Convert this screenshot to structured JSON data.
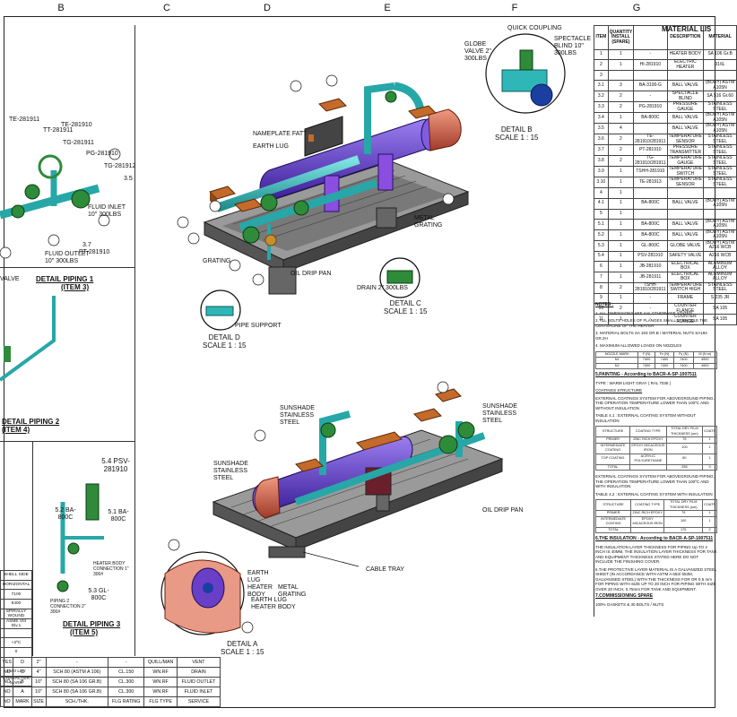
{
  "columns": [
    "B",
    "C",
    "D",
    "E",
    "F",
    "G"
  ],
  "details": {
    "b": {
      "title": "DETAIL B",
      "scale": "SCALE 1 : 15",
      "labels": [
        "QUICK COUPLING",
        "GLOBE VALVE 2\" 300LBS",
        "SPECTACLE BLIND 10\" 300LBS"
      ]
    },
    "c": {
      "title": "DETAIL C",
      "scale": "SCALE 1 : 15",
      "labels": [
        "DRAIN 2\" 300LBS"
      ]
    },
    "d": {
      "title": "DETAIL D",
      "scale": "SCALE 1 : 15",
      "labels": [
        "PIPE SUPPORT"
      ]
    },
    "a": {
      "title": "DETAIL A",
      "scale": "SCALE 1 : 15",
      "labels": [
        "EARTH LUG",
        "HEATER BODY"
      ]
    }
  },
  "piping": {
    "p1": {
      "title": "DETAIL PIPING 1",
      "item": "(ITEM 3)"
    },
    "p2": {
      "title": "DETAIL PIPING 2",
      "item": "(ITEM 4)"
    },
    "p3": {
      "title": "DETAIL PIPING 3",
      "item": "(ITEM 5)"
    },
    "valve_label": "VALVE"
  },
  "iso_top_labels": [
    "NAMEPLATE FATT",
    "EARTH LUG",
    "GRATING",
    "OIL DRIP PAN",
    "METAL GRATING"
  ],
  "iso_bottom_labels": [
    "SUNSHADE STAINLESS STEEL",
    "SUNSHADE STAINLESS STEEL",
    "SUNSHADE STAINLESS STEEL",
    "OIL DRIP PAN",
    "EARTH LUG HEATER BODY",
    "METAL GRATING",
    "CABLE TRAY"
  ],
  "left_labels": {
    "fluid_inlet": "FLUID INLET 10\" 300LBS",
    "fluid_outlet": "FLUID OUTLET 10\" 300LBS",
    "tags": [
      "TE-281911",
      "TT-281911",
      "TG-281911",
      "TG-281912",
      "PG-281910",
      "TE-281910",
      "3.5",
      "3.7",
      "PT-281910"
    ]
  },
  "p3_labels": {
    "tag_top": "5.4 PSV-281910",
    "v52": "5.2 BA-800C",
    "v51": "5.1 BA-800C",
    "v53": "5.3 GL-800C",
    "conn1": "PIPING 2 CONNECTION 2\" 300#",
    "conn2": "HEATER BODY CONNECTION 1\" 300#"
  },
  "material_list": {
    "title": "MATERIAL LIS",
    "headers": [
      "ITEM",
      "QUANTITY INSTALL (SPARE)",
      "",
      "DESCRIPTION",
      "MATERIAL"
    ],
    "rows": [
      [
        "1",
        "1",
        "-",
        "HEATER BODY",
        "SA 106 Gr.B"
      ],
      [
        "2",
        "1",
        "HI-281910",
        "ELECTRIC HEATER",
        "316L"
      ],
      [
        "3",
        "",
        "",
        "",
        ""
      ],
      [
        "3.1",
        "3",
        "BA-3100-G",
        "BALL VALVE",
        "(BODY) ASTM A105N"
      ],
      [
        "3.2",
        "2",
        "-",
        "SPECTACLE BLIND",
        "SA 516 Gr.60"
      ],
      [
        "3.3",
        "2",
        "PG-281910",
        "PRESSURE GAUGE",
        "STAINLESS STEEL"
      ],
      [
        "3.4",
        "1",
        "BA-800C",
        "BALL VALVE",
        "(BODY) ASTM A105N"
      ],
      [
        "3.5",
        "4",
        "",
        "BALL VALVE",
        "(BODY) ASTM A105N"
      ],
      [
        "3.6",
        "2",
        "TE-281910/281911",
        "TEMPERATURE SENSOR",
        "STAINLESS STEEL"
      ],
      [
        "3.7",
        "2",
        "PT-281910",
        "PRESSURE TRANSMITTER",
        "STAINLESS STEEL"
      ],
      [
        "3.8",
        "2",
        "TG-281910/281911",
        "TEMPERATURE GAUGE",
        "STAINLESS STEEL"
      ],
      [
        "3.9",
        "1",
        "TSHH-281910",
        "TEMPERATURE SWITCH",
        "STAINLESS STEEL"
      ],
      [
        "3.10",
        "1",
        "TE-281913",
        "TEMPERATURE SENSOR",
        "STAINLESS STEEL"
      ],
      [
        "4",
        "1",
        "",
        "",
        ""
      ],
      [
        "4.1",
        "1",
        "BA-800C",
        "BALL VALVE",
        "(BODY) ASTM A105N"
      ],
      [
        "5",
        "1",
        "",
        "",
        ""
      ],
      [
        "5.1",
        "1",
        "BA-800C",
        "BALL VALVE",
        "(BODY) ASTM A105N"
      ],
      [
        "5.2",
        "1",
        "BA-800C",
        "BALL VALVE",
        "(BODY) ASTM A105N"
      ],
      [
        "5.3",
        "1",
        "GL-800C",
        "GLOBE VALVE",
        "(BODY) ASTM A216 WCB"
      ],
      [
        "5.4",
        "1",
        "PSV-281910",
        "SAFETY VALVE",
        "A216 WCB"
      ],
      [
        "6",
        "1",
        "JB-281910",
        "ELECTRICAL BOX",
        "ALUMINUM ALLOY"
      ],
      [
        "7",
        "1",
        "JB-281911",
        "ELECTRICAL BOX",
        "ALUMINUM ALLOY"
      ],
      [
        "8",
        "2",
        "TSHH-281910/281911",
        "TEMPERATURE SWITCH HIGH",
        "STAINLESS STEEL"
      ],
      [
        "9",
        "1",
        "-",
        "FRAME",
        "S 235 JR"
      ],
      [
        "10",
        "2",
        "-",
        "COUNTER FLANGE",
        "SA 105"
      ],
      [
        "11",
        "1",
        "-",
        "COUNTER FLANGE",
        "SA 105"
      ]
    ]
  },
  "notes": {
    "heading": "NOTES :",
    "n1": "1. ALL DIMENSIONS ARE mm OTHERWISE STATED",
    "n2": "2. ALL BOLTS HOLES OF FLANGES SHALL STRADDLE THE CENTERLINE OF THE HEATER",
    "n3": "3. MATERIAL BOLTS SA 193 GR.B / MATERIAL NUTS SA194 GR.2H",
    "n4": "4. MAXIMUM ALLOWED LOADS ON NOZZLES",
    "load_headers": [
      "NOZZLE MARK",
      "F (N)",
      "Fx (N)",
      "Fy (N)",
      "M (N.m)"
    ],
    "load_rows": [
      [
        "N1",
        "7400",
        "7400",
        "7400",
        "4900"
      ],
      [
        "N2",
        "7400",
        "7400",
        "7400",
        "4900"
      ]
    ],
    "n5": "5.PAINTING - According to BACR-A-SP-1007511",
    "paint_type": "TYPE : WARM LIGHT GRAY ( RAL 7035 )",
    "coating": "COATINGS STRUCTURE",
    "ext1": "EXTERNAL COATINGS SYSTEM FOR ABOVEGROUND PIPING, THE OPERATION TEMPERATURE LOWER THAN 100ºC AND WITHOUT INSULATION",
    "t41": "TABLE 4.1 : EXTERNAL COATING SYSTEM WITHOUT INSULATION",
    "coat_headers": [
      "STRUCTURE",
      "COATING TYPE",
      "TOTAL DRY FILM THICKNESS (um)",
      "COATS"
    ],
    "coat_rows": [
      [
        "PRIMER",
        "ZINC RICH EPOXY",
        "75",
        "1"
      ],
      [
        "INTERMEDIATE COATING",
        "EPOXY MICACEOUS IRON",
        "100",
        "1"
      ],
      [
        "TOP COATING",
        "ACRYLIC POLYURETHANE",
        "80",
        "1"
      ],
      [
        "TOTAL",
        "",
        "255",
        "3"
      ]
    ],
    "ext2": "EXTERNAL COATINGS SYSTEM FOR ABOVEGROUND PIPING, THE OPERATION TEMPERATURE LOWER THAN 100ºC AND WITH INSULATION",
    "t42": "TABLE 4.2 : EXTERNAL COATING SYSTEM WITH INSULATION",
    "coat2_rows": [
      [
        "PRIMER",
        "ZINC RICH EPOXY",
        "75",
        "1"
      ],
      [
        "INTERMEDIATE COATING",
        "EPOXY MICACEOUS IRON",
        "100",
        "1"
      ],
      [
        "TOTAL",
        "",
        "175",
        "2"
      ]
    ],
    "n6": "6.THE INSULATION - According to BACR-A-SP-1007511",
    "ins1": "THE INSULATION LAYER THICKNESS FOR PIPING Up TO 2 INCH IS 40MM, THE INSULATION LAYER THICKNESS FOR TANK AND EQUIPMENT THICKNESS STATED HERE DO NOT INCLUDE THE FINISHING COVER.",
    "ins2": "6.THE PROTECTIVE LAYER MATERIAL IS A GALVANIZED STEEL SHEET (IN ACCORDANCE WITH ASTM A 653/ 653M, GALVANISED STEEL) WITH THE THICKNESS FOR OR 0.5 mm FOR PIPING WITH SIZE UP TO 20 INCH FOR PIPING WITH SIZE OVER 20 INCH, 0.75mm FOR TANK AND EQUIPMENT.",
    "n7": "7.COMMISSIONING SPARE",
    "spare": "100% GASKETS & 30 BOLTS / NUTS"
  },
  "shell_table": {
    "rows": [
      "SHELL SIDE",
      "HORIZONTAL",
      "7100",
      "8400",
      "SPIRALLY WOUND",
      "ASME VIII Div.1",
      "",
      "+2ºC",
      "0",
      "",
      "1500 Liter",
      "CHARACTER MARK"
    ]
  },
  "nozzle_table": {
    "rows": [
      [
        "YES",
        "D",
        "2\"",
        "-",
        "-",
        "QUILL/MAN",
        "VENT"
      ],
      [
        "NO",
        "C",
        "4\"",
        "SCH 80 (ASTM A 106)",
        "CL.150",
        "WN.RF",
        "DRAIN"
      ],
      [
        "NO",
        "B",
        "10\"",
        "SCH 80 (SA 106 GR.B)",
        "CL.300",
        "WN.RF",
        "FLUID OUTLET"
      ],
      [
        "NO",
        "A",
        "10\"",
        "SCH 80 (SA 106 GR.B)",
        "CL.300",
        "WN.RF",
        "FLUID INLET"
      ]
    ],
    "header": [
      "NO",
      "MARK",
      "SIZE",
      "SCH./THK.",
      "FLG RATING",
      "FLG TYPE",
      "SERVICE"
    ]
  },
  "colors": {
    "pipe": "#2fb7b7",
    "vessel": "#6a3fc8",
    "valve": "#2e8b3a",
    "box": "#c46a2a",
    "frame": "#3a3a3a",
    "heater": "#c44a3a"
  }
}
